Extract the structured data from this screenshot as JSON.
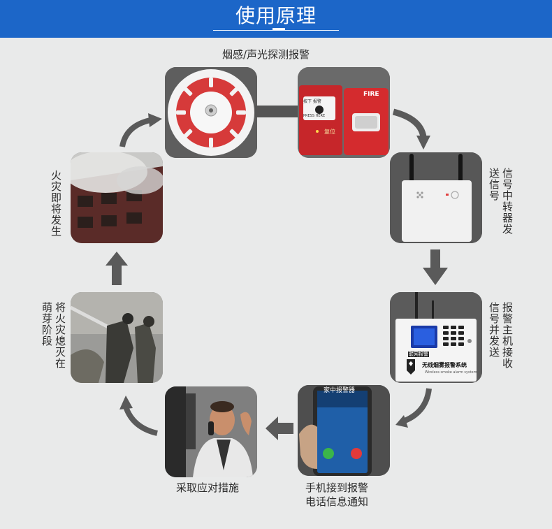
{
  "header": {
    "title": "使用原理"
  },
  "steps": {
    "detector_label": "烟感/声光探测报警",
    "relay_label": "信号中转器发送信号",
    "host_label": "报警主机接收信号并发送",
    "phone_label_line1": "手机接到报警",
    "phone_label_line2": "电话信息通知",
    "measures_label": "采取应对措施",
    "sprout_label": "将火灾熄灭在萌芽阶段",
    "fire_label": "火灾即将发生"
  },
  "images": {
    "red_box_button_top": "按下 报警",
    "red_box_button_bottom": "PRESS HERE",
    "red_box_reset": "复位",
    "strobe_label": "FIRE",
    "host_badge": "联网报警",
    "host_name": "无线烟雾报警系统",
    "host_sub": "Wireless smoke alarm system",
    "phone_caller": "家中报警器"
  },
  "colors": {
    "header_bg": "#1c66c8",
    "background": "#e9eaea",
    "arrow": "#5a5a5a"
  }
}
